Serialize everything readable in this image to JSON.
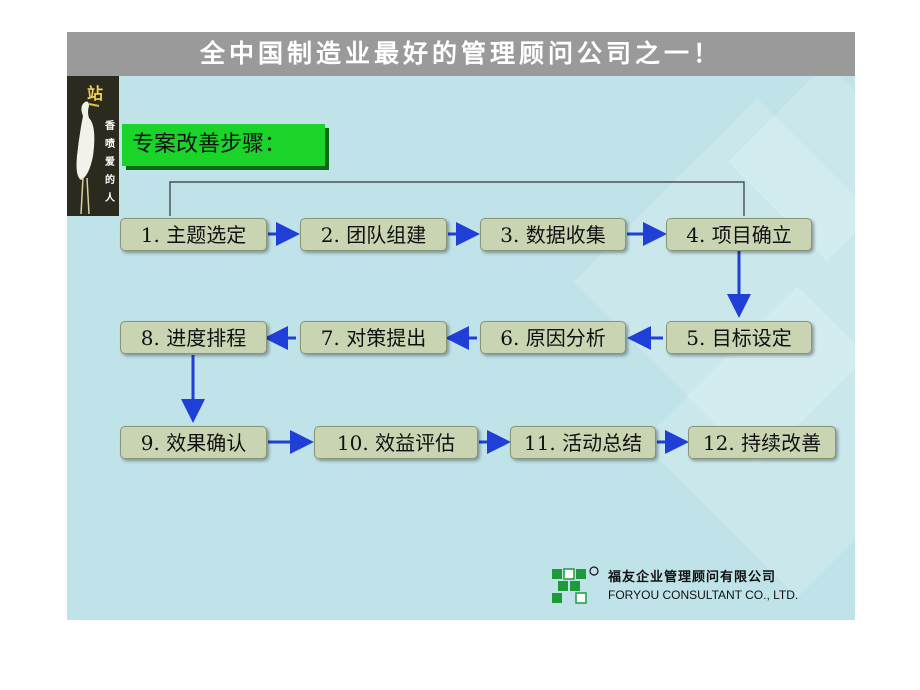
{
  "header": {
    "title": "全中国制造业最好的管理顾问公司之一！"
  },
  "sidebar": {
    "lines": [
      "香",
      "喷",
      "爱",
      "的",
      "人"
    ]
  },
  "section": {
    "title": "专案改善步骤："
  },
  "steps": [
    "1. 主题选定",
    "2. 团队组建",
    "3. 数据收集",
    "4. 项目确立",
    "5. 目标设定",
    "6. 原因分析",
    "7. 对策提出",
    "8. 进度排程",
    "9. 效果确认",
    "10. 效益评估",
    "11. 活动总结",
    "12. 持续改善"
  ],
  "company": {
    "name_cn": "福友企业管理顾问有限公司",
    "name_en": "FORYOU CONSULTANT CO., LTD."
  },
  "colors": {
    "arrow": "#1f3fd6",
    "step_bg": "#c9d4b3",
    "title_bg": "#1bd42a",
    "slide_bg": "#bfe3e8"
  }
}
